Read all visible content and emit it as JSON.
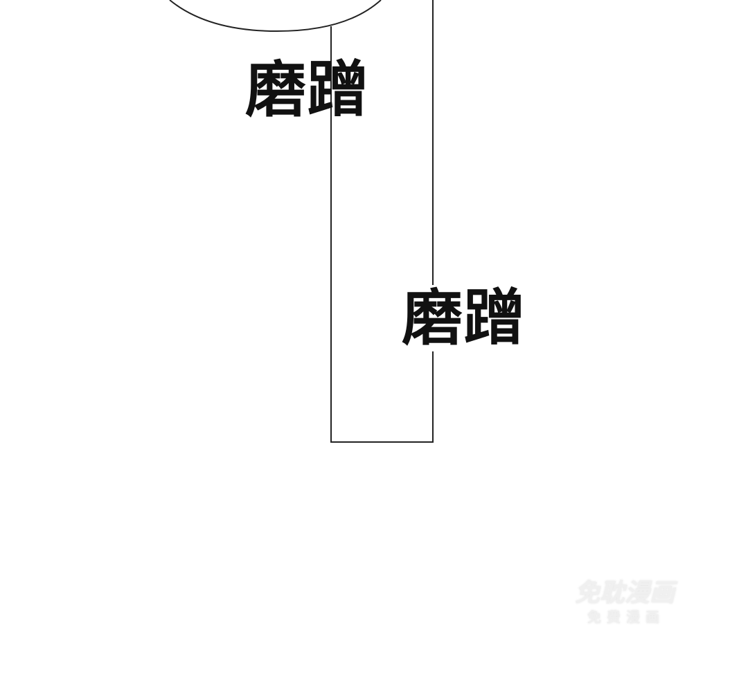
{
  "sound_effects": [
    "磨蹭",
    "磨蹭"
  ],
  "watermark": {
    "title": "免耽漫画",
    "subtitle": "免费漫画"
  }
}
